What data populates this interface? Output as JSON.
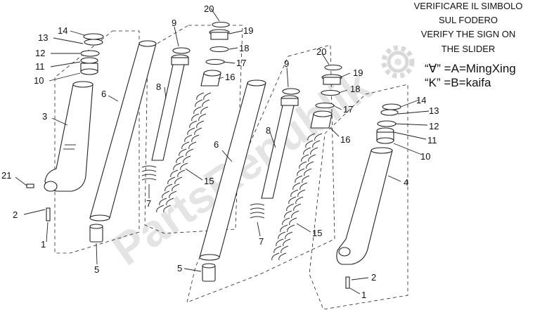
{
  "notes": {
    "line1": "VERIFICARE IL SIMBOLO",
    "line2": "SUL FODERO",
    "line3": "VERIFY THE SIGN ON",
    "line4": "THE SLIDER",
    "line5": "“∀” =A=MingXing",
    "line6": "“K”  =B=kaifa"
  },
  "watermark": "PartsRepublik",
  "watermark_icon": "gear-icon",
  "callouts": {
    "left": [
      "14",
      "13",
      "12",
      "11",
      "10",
      "3",
      "21",
      "2",
      "1",
      "6",
      "5"
    ],
    "center_left": [
      "20",
      "19",
      "18",
      "17",
      "16",
      "9",
      "8",
      "7",
      "15"
    ],
    "center_right": [
      "20",
      "19",
      "18",
      "17",
      "16",
      "9",
      "8",
      "7",
      "6",
      "5",
      "15"
    ],
    "right": [
      "14",
      "13",
      "12",
      "11",
      "10",
      "4",
      "2",
      "1"
    ]
  }
}
